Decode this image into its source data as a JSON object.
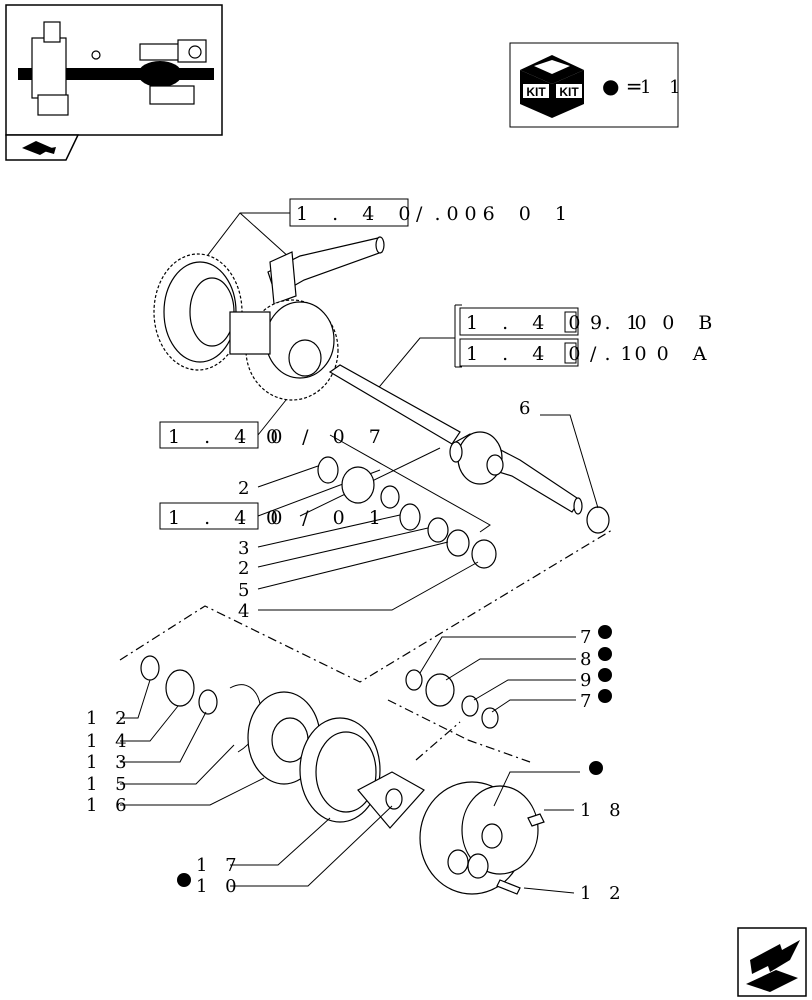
{
  "kit": {
    "label_left": "KIT",
    "label_right": "KIT",
    "legend_symbol": "● =",
    "legend_value": "1 1"
  },
  "refs": {
    "r1_box": "1 . 4 0 . 0",
    "r1_tail": "/ 0 6   0 1",
    "r2_box": "1 . 4 0 . 0",
    "r2_tail": "9 1 0 B",
    "r3_box": "1 . 4 0 . 0",
    "r3_tail": "/ 1 0 A",
    "r4_box": "1 . 4 0",
    "r4_tail": "0 / 0 7",
    "r5_box": "1 . 4 0",
    "r5_tail": "0 / 0 1"
  },
  "callouts": [
    {
      "id": "c6",
      "text": "6"
    },
    {
      "id": "c2a",
      "text": "2"
    },
    {
      "id": "c3",
      "text": "3"
    },
    {
      "id": "c2b",
      "text": "2"
    },
    {
      "id": "c5",
      "text": "5"
    },
    {
      "id": "c4",
      "text": "4"
    },
    {
      "id": "c7a",
      "text": "7"
    },
    {
      "id": "c8",
      "text": "8"
    },
    {
      "id": "c9",
      "text": "9"
    },
    {
      "id": "c7b",
      "text": "7"
    },
    {
      "id": "c12a",
      "text": "1 2"
    },
    {
      "id": "c14",
      "text": "1 4"
    },
    {
      "id": "c13",
      "text": "1 3"
    },
    {
      "id": "c15",
      "text": "1 5"
    },
    {
      "id": "c16",
      "text": "1 6"
    },
    {
      "id": "c18",
      "text": "1 8"
    },
    {
      "id": "c17",
      "text": "1 7"
    },
    {
      "id": "c10",
      "text": "1 0"
    },
    {
      "id": "c12b",
      "text": "1 2"
    }
  ],
  "icons": [
    "axle-thumbnail-icon",
    "book-tab-icon",
    "kit-box-icon",
    "next-page-arrow-icon"
  ]
}
